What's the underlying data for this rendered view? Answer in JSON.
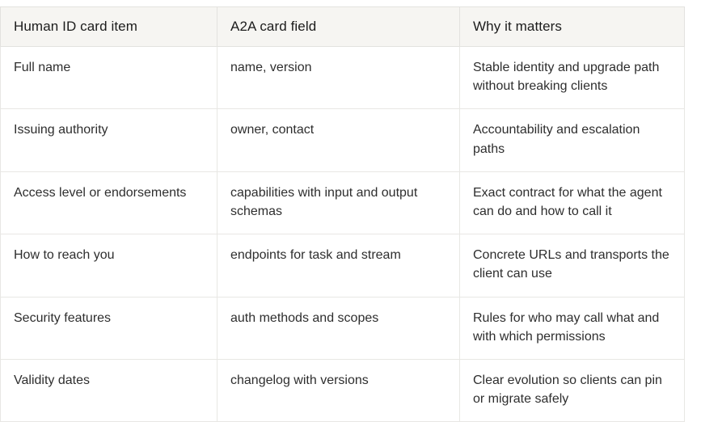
{
  "table": {
    "headers": [
      "Human ID card item",
      "A2A card field",
      "Why it matters"
    ],
    "rows": [
      {
        "item": "Full name",
        "field": "name, version",
        "why": "Stable identity and upgrade path without breaking clients"
      },
      {
        "item": "Issuing authority",
        "field": "owner, contact",
        "why": "Accountability and escalation paths"
      },
      {
        "item": "Access level or endorsements",
        "field": "capabilities with input and output schemas",
        "why": "Exact contract for what the agent can do and how to call it"
      },
      {
        "item": "How to reach you",
        "field": "endpoints for task and stream",
        "why": "Concrete URLs and transports the client can use"
      },
      {
        "item": "Security features",
        "field": "auth methods and scopes",
        "why": "Rules for who may call what and with which permissions"
      },
      {
        "item": "Validity dates",
        "field": "changelog with versions",
        "why": "Clear evolution so clients can pin or migrate safely"
      }
    ]
  },
  "colors": {
    "header_background": "#f6f5f2",
    "header_text": "#1c1c1c",
    "body_text": "#2e2e2e",
    "border": "#e8e7e4",
    "header_border": "#e3e2df",
    "page_background": "#ffffff"
  }
}
